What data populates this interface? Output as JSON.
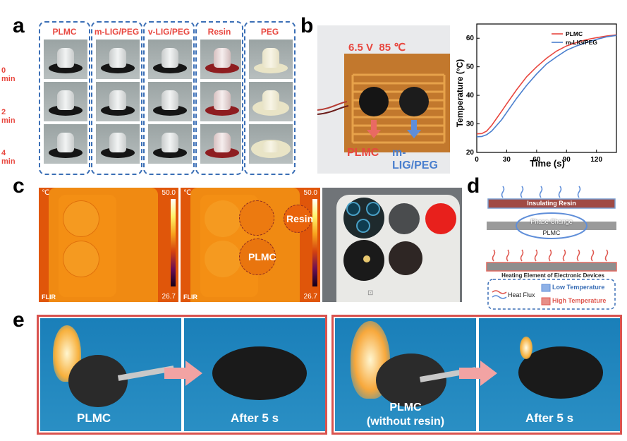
{
  "panel_a": {
    "label": "a",
    "columns": [
      "PLMC",
      "m-LIG/PEG",
      "v-LIG/PEG",
      "Resin",
      "PEG"
    ],
    "rows": [
      "0 min",
      "2 min",
      "4 min"
    ]
  },
  "panel_b": {
    "label": "b",
    "photo_text": "6.5 V  85 ℃",
    "left_sample": "PLMC",
    "right_sample": "m-LIG/PEG"
  },
  "chart_data": {
    "type": "line",
    "title": "",
    "xlabel": "Time (s)",
    "ylabel": "Temperature (°C)",
    "xlim": [
      0,
      140
    ],
    "ylim": [
      20,
      65
    ],
    "xticks": [
      "0",
      "30",
      "60",
      "90",
      "120"
    ],
    "yticks": [
      "20",
      "30",
      "40",
      "50",
      "60"
    ],
    "legend": "top-right",
    "series": [
      {
        "name": "PLMC",
        "color": "#e8473f",
        "x": [
          0,
          5,
          10,
          15,
          20,
          25,
          30,
          40,
          50,
          60,
          70,
          80,
          90,
          100,
          110,
          120,
          130,
          140
        ],
        "y": [
          26.5,
          26.6,
          27.5,
          29.5,
          32.0,
          34.5,
          37.0,
          42.0,
          46.5,
          50.0,
          53.0,
          55.5,
          57.3,
          58.5,
          59.5,
          60.2,
          60.8,
          61.2
        ]
      },
      {
        "name": "m-LIG/PEG",
        "color": "#4a7fce",
        "x": [
          0,
          5,
          10,
          15,
          20,
          25,
          30,
          40,
          50,
          60,
          70,
          80,
          90,
          100,
          110,
          120,
          130,
          140
        ],
        "y": [
          25.5,
          25.6,
          26.2,
          27.5,
          29.5,
          31.5,
          34.0,
          39.0,
          43.5,
          47.5,
          51.0,
          53.5,
          55.8,
          57.3,
          58.5,
          59.6,
          60.5,
          61.0
        ]
      }
    ]
  },
  "panel_c": {
    "label": "c",
    "scale_unit": "℃",
    "scale_max": "50.0",
    "scale_min": "26.7",
    "brand": "FLIR",
    "annotation_resin": "Resin",
    "annotation_plmc": "PLMC",
    "phone_mark": "⊡"
  },
  "panel_d": {
    "label": "d",
    "top_layer": "Insulating Resin",
    "middle_layer": "Phase Change",
    "middle_material": "PLMC",
    "bottom_layer": "Heating Element of Electronic Devices",
    "legend_heat_flux": "Heat Flux",
    "legend_low": "Low Temperature",
    "legend_high": "High Temperature"
  },
  "panel_e": {
    "label": "e",
    "frame1": "PLMC",
    "frame2": "After 5 s",
    "frame3_line1": "PLMC",
    "frame3_line2": "(without resin)",
    "frame4": "After 5 s"
  },
  "colors": {
    "accent_red": "#e8473f",
    "accent_blue": "#3b6fb6",
    "panel_e_border": "#d9534f"
  }
}
